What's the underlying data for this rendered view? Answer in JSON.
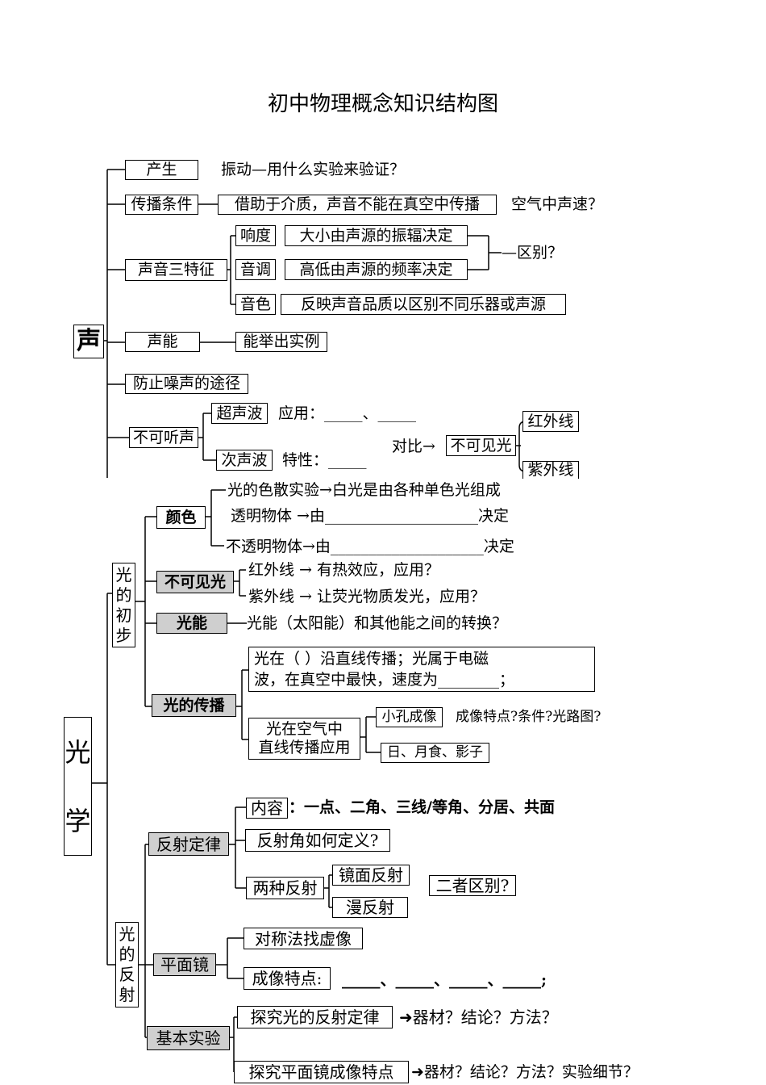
{
  "title": "初中物理概念知识结构图",
  "sound": {
    "root": "声",
    "produce": {
      "label": "产生",
      "note": "振动—用什么实验来验证？"
    },
    "propagation": {
      "label": "传播条件",
      "fact": "借助于介质，声音不能在真空中传播",
      "question": "空气中声速？"
    },
    "features": {
      "label": "声音三特征",
      "loudness": {
        "label": "响度",
        "desc": "大小由声源的振辐决定"
      },
      "pitch": {
        "label": "音调",
        "desc": "高低由声源的频率决定"
      },
      "timbre": {
        "label": "音色",
        "desc": "反映声音品质以区别不同乐器或声源"
      },
      "compare": "—区别？"
    },
    "energy": {
      "label": "声能",
      "note": "能举出实例"
    },
    "noise": {
      "label": "防止噪声的途径"
    },
    "inaudible": {
      "label": "不可听声",
      "ultrasonic": {
        "label": "超声波",
        "note": "应用：_____、_____"
      },
      "infrasonic": {
        "label": "次声波",
        "note": "特性：_____"
      },
      "contrast": "对比→",
      "invisible": "不可见光",
      "infrared": "红外线",
      "ultraviolet": "紫外线"
    }
  },
  "optics": {
    "root_top": "光",
    "root_bottom": "学",
    "basics": {
      "label": "光的初步",
      "color": {
        "label": "颜色",
        "dispersion": "光的色散实验→白光是由各种单色光组成",
        "transparent": "透明物体 →由____________________决定",
        "opaque": "不透明物体→由____________________决定"
      },
      "invisible": {
        "label": "不可见光",
        "infrared": "红外线 → 有热效应，应用？",
        "ultraviolet": "紫外线 → 让荧光物质发光，应用？"
      },
      "energy": {
        "label": "光能",
        "note": "光能（太阳能）和其他能之间的转换？"
      },
      "propagation": {
        "label": "光的传播",
        "fact_line1": "光在（          ）沿直线传播；光属于电磁",
        "fact_line2": "波，在真空中最快，速度为________；",
        "application": "光在空气中直线传播应用",
        "application_line1": "光在空气中",
        "application_line2": "直线传播应用",
        "pinhole": "小孔成像",
        "pinhole_note": "成像特点?条件?光路图?",
        "eclipse": "日、月食、影子"
      }
    },
    "reflection": {
      "label": "光的反射",
      "law": {
        "label": "反射定律",
        "content_label": "内容",
        "content": "：一点、二角、三线/等角、分居、共面",
        "angle": "反射角如何定义?",
        "two_kinds": "两种反射",
        "specular": "镜面反射",
        "diffuse": "漫反射",
        "difference": "二者区别?"
      },
      "mirror": {
        "label": "平面镜",
        "symmetry": "对称法找虚像",
        "features": "成像特点:",
        "blanks": "_____、_____、_____、_____;"
      },
      "experiments": {
        "label": "基本实验",
        "exp1": "探究光的反射定律",
        "exp1_note": "器材？结论？方法？",
        "exp2": "探究平面镜成像特点",
        "exp2_note": "器材？结论？方法？实验细节？"
      }
    }
  }
}
